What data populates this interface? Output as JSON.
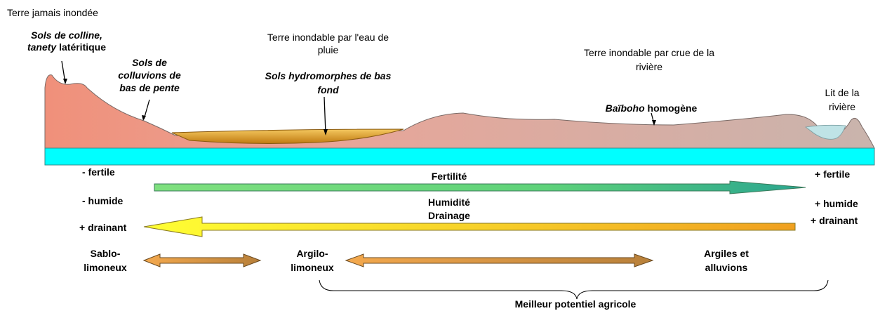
{
  "top_left_title": "Terre jamais inondée",
  "zones": {
    "colline": {
      "line1": "Sols de colline,",
      "line2_italic": "tanety",
      "line2_rest": " latéritique"
    },
    "colluvions": {
      "line1": "Sols de",
      "line2": "colluvions de",
      "line3": "bas de pente"
    },
    "rain": {
      "line1": "Terre inondable par l'eau de",
      "line2": "pluie"
    },
    "hydromorphes": {
      "line1": "Sols hydromorphes de bas",
      "line2": "fond"
    },
    "crue": {
      "line1": "Terre inondable par crue de la",
      "line2": "rivière"
    },
    "baiboho": {
      "italic": "Baïboho",
      "rest": " homogène"
    },
    "riviere": {
      "line1": "Lit de la",
      "line2": "rivière"
    }
  },
  "gradients": {
    "fertilite": {
      "label": "Fertilité",
      "left": "- fertile",
      "right": "+ fertile"
    },
    "humidite": {
      "label": "Humidité",
      "left": "- humide",
      "right": "+ humide"
    },
    "drainage": {
      "label": "Drainage",
      "left": "+ drainant",
      "right": "+ drainant"
    }
  },
  "textures": {
    "sablo": {
      "line1": "Sablo-",
      "line2": "limoneux"
    },
    "argilo": {
      "line1": "Argilo-",
      "line2": "limoneux"
    },
    "argiles": {
      "line1": "Argiles et",
      "line2": "alluvions"
    }
  },
  "best_potential": "Meilleur potentiel agricole",
  "colors": {
    "hill": "#f0907a",
    "valley": "#c9b4ad",
    "lowland_soil": "#e0a030",
    "water_band": "#00ffff",
    "river": "#bfe3e6",
    "arrow_fertility_start": "#7fe07f",
    "arrow_fertility_end": "#2aa58f",
    "arrow_drainage_start": "#ffff33",
    "arrow_drainage_end": "#f0a020",
    "texture_arrow": "#e39a4a"
  }
}
